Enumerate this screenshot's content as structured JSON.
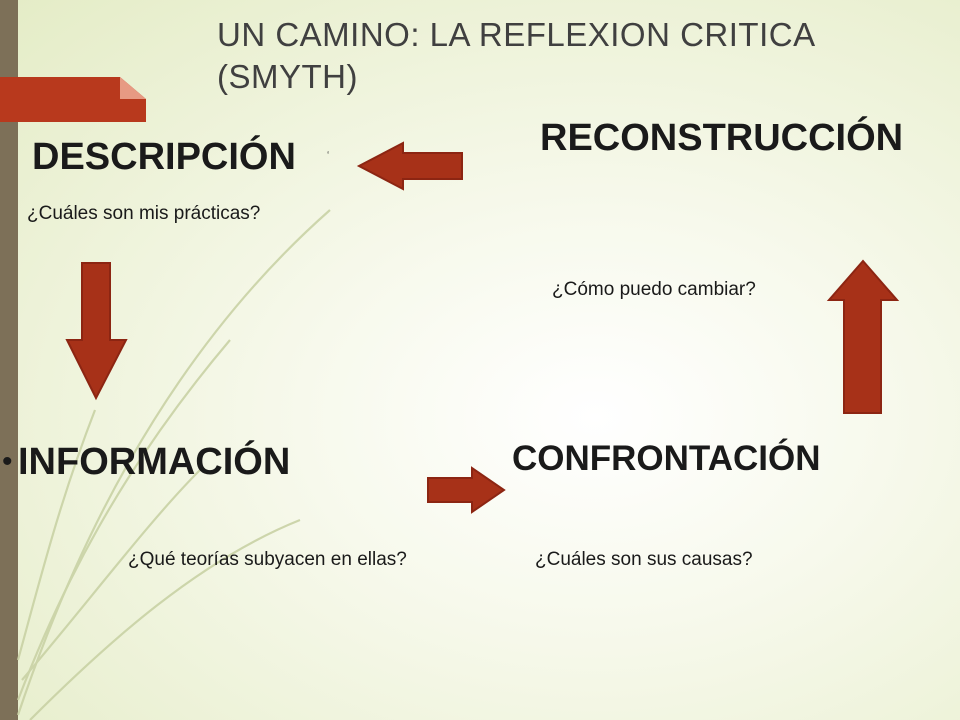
{
  "slide": {
    "title": "UN CAMINO: LA REFLEXION CRITICA (SMYTH)"
  },
  "stages": {
    "descripcion": {
      "label": "DESCRIPCIÓN",
      "question": "¿Cuáles son mis prácticas?",
      "mark": "‘"
    },
    "reconstruccion": {
      "label": "RECONSTRUCCIÓN",
      "question": "¿Cómo puedo cambiar?"
    },
    "informacion": {
      "label": "INFORMACIÓN",
      "question": "¿Qué teorías subyacen en ellas?",
      "bullet": "•"
    },
    "confrontacion": {
      "label": "CONFRONTACIÓN",
      "question": "¿Cuáles son sus causas?"
    }
  },
  "colors": {
    "arrow_fill": "#a73118",
    "arrow_stroke": "#8c2512",
    "accent": "#b8391d",
    "sidebar": "#7d7058"
  },
  "icons": [
    "arrow-left",
    "arrow-down",
    "arrow-right",
    "arrow-up"
  ]
}
